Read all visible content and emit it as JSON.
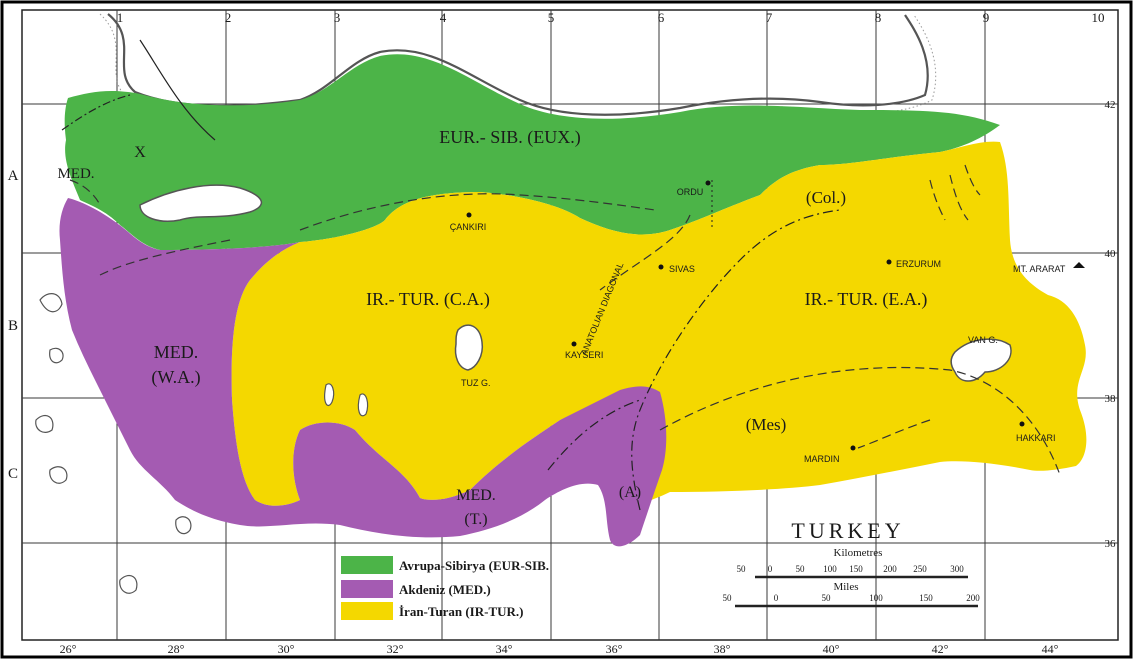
{
  "map": {
    "title": "TURKEY",
    "colors": {
      "eur_sib": "#4cb448",
      "med": "#a45bb2",
      "ir_tur": "#f4d800",
      "sea": "#ffffff",
      "frame": "#000000"
    },
    "top_columns": [
      "1",
      "2",
      "3",
      "4",
      "5",
      "6",
      "7",
      "8",
      "9",
      "10"
    ],
    "left_rows": [
      "A",
      "B",
      "C"
    ],
    "bottom_longitudes": [
      "26°",
      "28°",
      "30°",
      "32°",
      "34°",
      "36°",
      "38°",
      "40°",
      "42°",
      "44°"
    ],
    "right_latitudes": [
      "42",
      "40",
      "38",
      "36"
    ],
    "regions": {
      "eur_sib": "EUR.- SIB. (EUX.)",
      "x_label": "X",
      "col": "(Col.)",
      "med_nw": "MED.",
      "ir_tur_ca": "IR.- TUR. (C.A.)",
      "ir_tur_ea": "IR.- TUR. (E.A.)",
      "med_wa_1": "MED.",
      "med_wa_2": "(W.A.)",
      "med_t_1": "MED.",
      "med_t_2": "(T.)",
      "amanus": "(A)",
      "mes": "(Mes)",
      "diagonal": "ANATOLIAN    DIAGONAL"
    },
    "places": [
      "ORDU",
      "ÇANKIRI",
      "SIVAS",
      "ERZURUM",
      "MT. ARARAT",
      "KAYSERI",
      "TUZ G.",
      "VAN G.",
      "MARDIN",
      "HAKKARI"
    ],
    "legend": [
      {
        "label": "Avrupa-Sibirya (EUR-SIB.",
        "color": "#4cb448"
      },
      {
        "label": "Akdeniz (MED.)",
        "color": "#a45bb2"
      },
      {
        "label": "İran-Turan (IR-TUR.)",
        "color": "#f4d800"
      }
    ],
    "scale": {
      "km_title": "Kilometres",
      "km_ticks": [
        "50",
        "0",
        "50",
        "100",
        "150",
        "200",
        "250",
        "300"
      ],
      "miles_title": "Miles",
      "miles_ticks": [
        "50",
        "0",
        "50",
        "100",
        "150",
        "200"
      ]
    }
  }
}
